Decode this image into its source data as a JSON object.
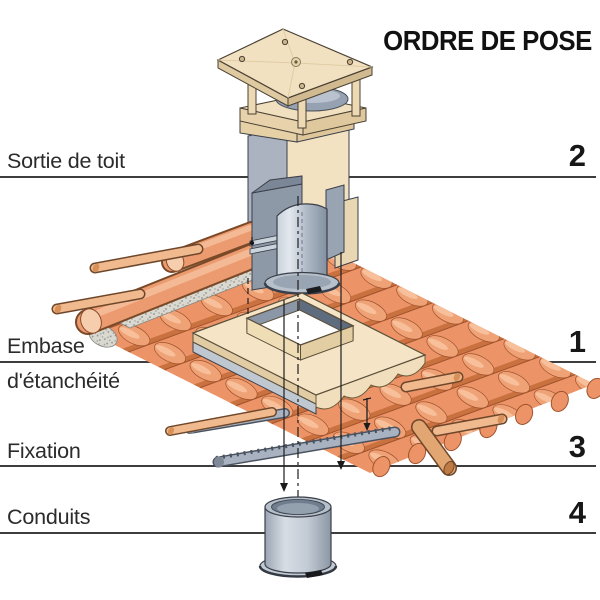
{
  "title": "ORDRE DE POSE",
  "callouts": [
    {
      "text": "Sortie de toit",
      "number": "2"
    },
    {
      "text": "Embase",
      "text2": "d'étanchéité",
      "number": "1"
    },
    {
      "text": "Fixation",
      "number": "3"
    },
    {
      "text": "Conduits",
      "number": "4"
    }
  ],
  "palette": {
    "tile": "#EC9468",
    "tile_dark": "#A0522C",
    "tile_shadow": "#C9713F",
    "tile_roll": "#F0A277",
    "tile_highlight": "#F8C5A0",
    "wood": "#F0B98E",
    "wood_dark": "#6E472A",
    "wood_end": "#D89058",
    "beige": "#F5E5C6",
    "beige_mid": "#E7D2AB",
    "beige_dark": "#D9BF96",
    "metal_light": "#DDE3EA",
    "metal": "#AEB9C6",
    "metal_mid": "#97A3B1",
    "metal_dark": "#6F7D8E",
    "metal_deep": "#4A5463",
    "mortar": "#D9D9D2",
    "mortar_dot": "#8F9089",
    "outline": "#3A3F49",
    "callout_line": "#3D3D3D",
    "text": "#2B2B2B"
  }
}
